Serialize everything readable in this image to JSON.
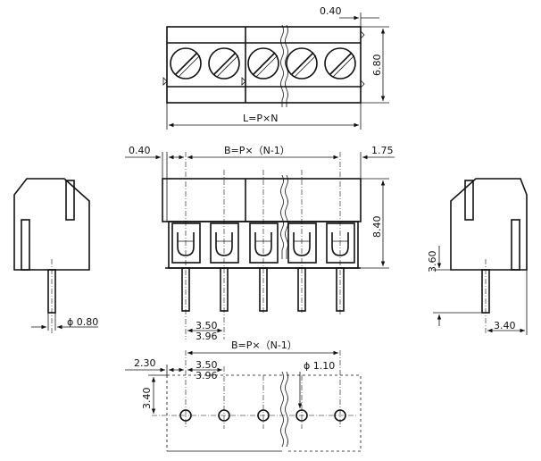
{
  "dimensions": {
    "top_pitch_gap": "0.40",
    "top_height": "6.80",
    "total_length": "L=P×N",
    "front_left_gap": "0.40",
    "front_span": "B=P×（N-1）",
    "front_right_offset": "1.75",
    "front_height": "8.40",
    "pin_pitch_a": "3.50",
    "pin_pitch_b": "3.96",
    "left_pin_diameter": "ϕ 0.80",
    "right_pin_height": "3.60",
    "right_pin_offset": "3.40",
    "pcb_span": "B=P×（N-1）",
    "pcb_left_offset": "2.30",
    "pcb_pitch_a": "3.50",
    "pcb_pitch_b": "3.96",
    "pcb_hole_diameter": "ϕ 1.10",
    "pcb_vertical_offset": "3.40"
  }
}
